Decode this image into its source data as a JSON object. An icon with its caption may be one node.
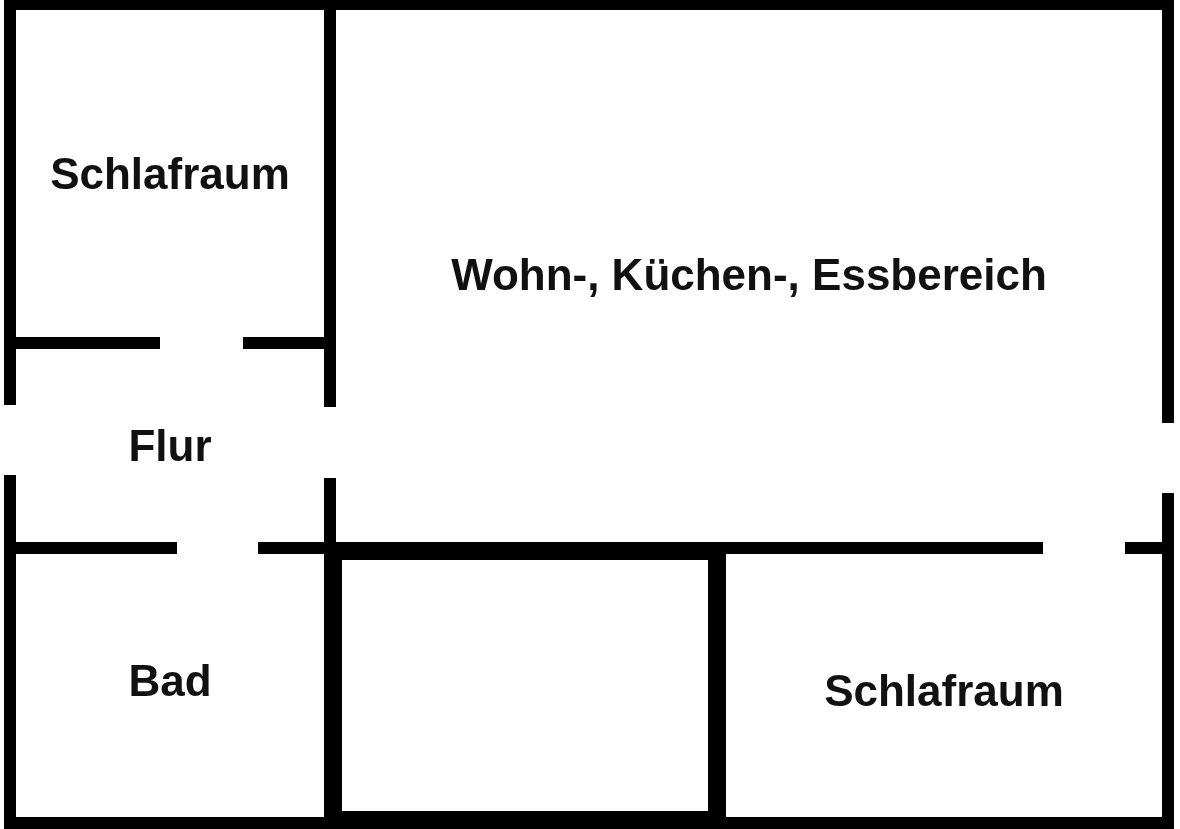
{
  "diagram": {
    "nodes": [
      {
        "text": [
          "Schlafraum"
        ]
      },
      {
        "text": [
          "Wohn-, Küchen-, Essbereich"
        ]
      },
      {
        "text": [
          "Flur"
        ]
      },
      {
        "text": [
          "Bad"
        ]
      },
      {
        "text": [],
        "shape": "box"
      },
      {
        "text": [
          "Schlafraum"
        ]
      }
    ]
  }
}
